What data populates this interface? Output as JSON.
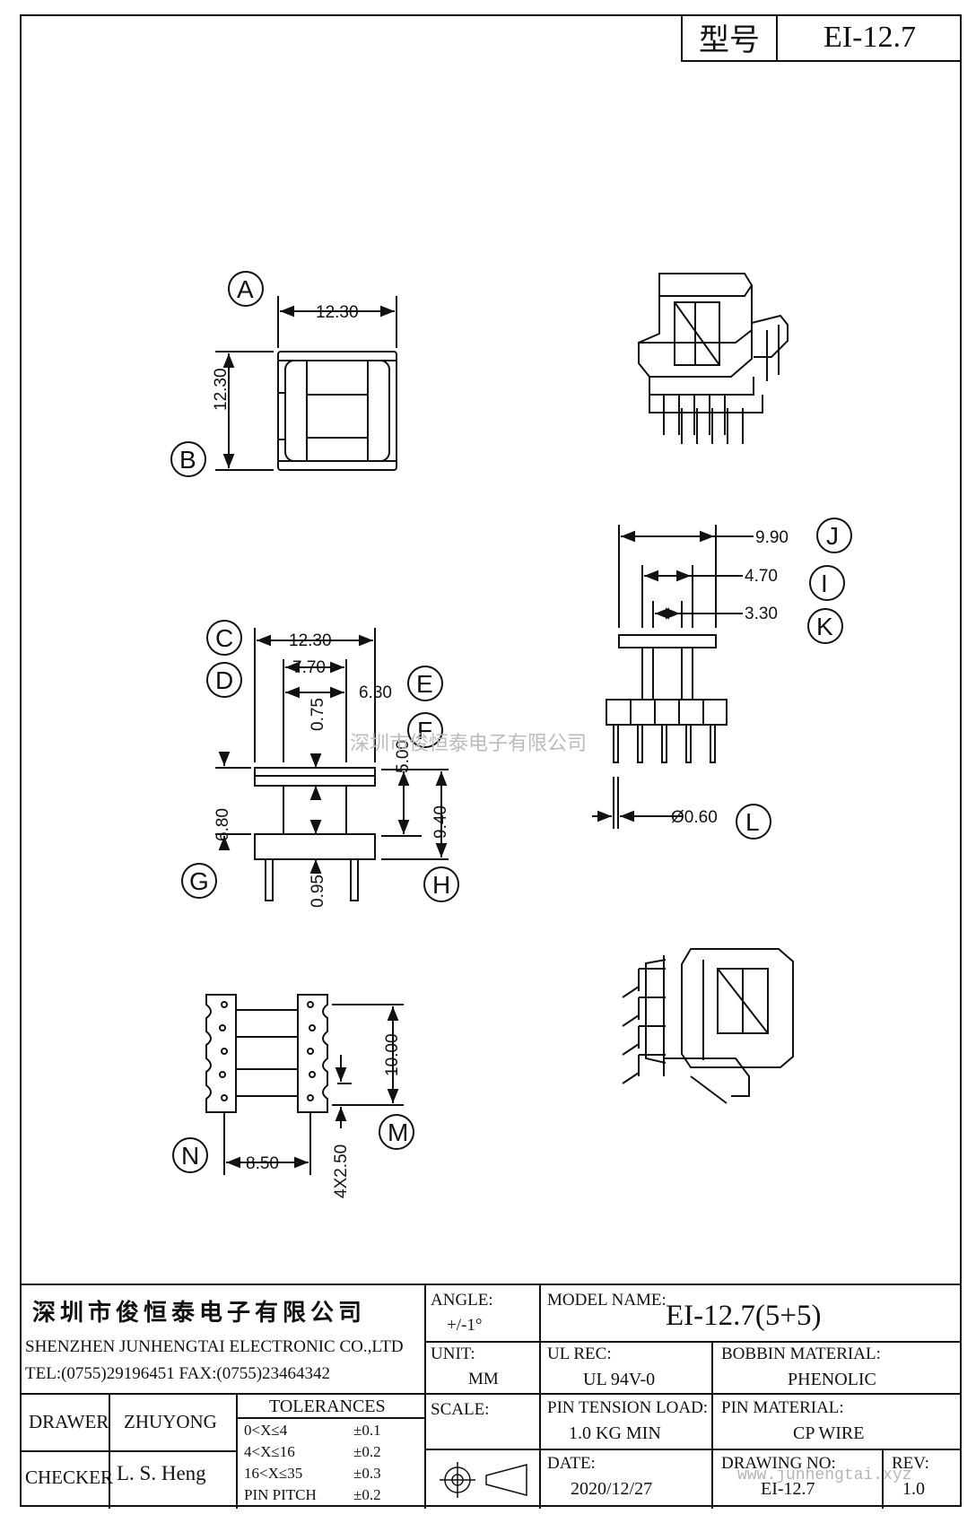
{
  "header": {
    "model_label": "型号",
    "model_value": "EI-12.7"
  },
  "views": {
    "top": {
      "dim_width": "12.30",
      "dim_height": "12.30",
      "ref_a": "A",
      "ref_b": "B"
    },
    "front": {
      "dim_c": "12.30",
      "dim_d": "7.70",
      "dim_e": "6.30",
      "dim_f": "5.00",
      "dim_075": "0.75",
      "dim_680": "6.80",
      "dim_940": "9.40",
      "dim_095": "0.95",
      "ref_c": "C",
      "ref_d": "D",
      "ref_e": "E",
      "ref_f": "F",
      "ref_g": "G",
      "ref_h": "H"
    },
    "side": {
      "dim_j": "9.90",
      "dim_i": "4.70",
      "dim_k": "3.30",
      "dim_l": "Ø0.60",
      "ref_j": "J",
      "ref_i": "I",
      "ref_k": "K",
      "ref_l": "L"
    },
    "bottom": {
      "dim_pins": "10.00",
      "dim_spacing": "8.50",
      "dim_pitch": "4X2.50",
      "ref_m": "M",
      "ref_n": "N"
    },
    "watermark": "深圳市俊恒泰电子有限公司"
  },
  "title_block": {
    "company_cn": "深圳市俊恒泰电子有限公司",
    "company_en": "SHENZHEN JUNHENGTAI ELECTRONIC CO.,LTD",
    "contact": "TEL:(0755)29196451 FAX:(0755)23464342",
    "drawer_label": "DRAWER",
    "drawer_value": "ZHUYONG",
    "checker_label": "CHECKER",
    "checker_value": "L. S. Heng",
    "tolerances_title": "TOLERANCES",
    "tolerances": [
      {
        "range": "0<X≤4",
        "value": "±0.1"
      },
      {
        "range": "4<X≤16",
        "value": "±0.2"
      },
      {
        "range": "16<X≤35",
        "value": "±0.3"
      },
      {
        "range": "PIN PITCH",
        "value": "±0.2"
      }
    ],
    "angle_label": "ANGLE:",
    "angle_value": "+/-1°",
    "unit_label": "UNIT:",
    "unit_value": "MM",
    "scale_label": "SCALE:",
    "model_name_label": "MODEL NAME:",
    "model_name_value": "EI-12.7(5+5)",
    "ul_label": "UL REC:",
    "ul_value": "UL 94V-0",
    "bobbin_label": "BOBBIN MATERIAL:",
    "bobbin_value": "PHENOLIC",
    "pin_tension_label": "PIN TENSION LOAD:",
    "pin_tension_value": "1.0 KG MIN",
    "pin_material_label": "PIN MATERIAL:",
    "pin_material_value": "CP WIRE",
    "date_label": "DATE:",
    "date_value": "2020/12/27",
    "drawing_no_label": "DRAWING NO:",
    "drawing_no_value": "EI-12.7",
    "rev_label": "REV:",
    "rev_value": "1.0",
    "website": "www.junhengtai.xyz"
  }
}
